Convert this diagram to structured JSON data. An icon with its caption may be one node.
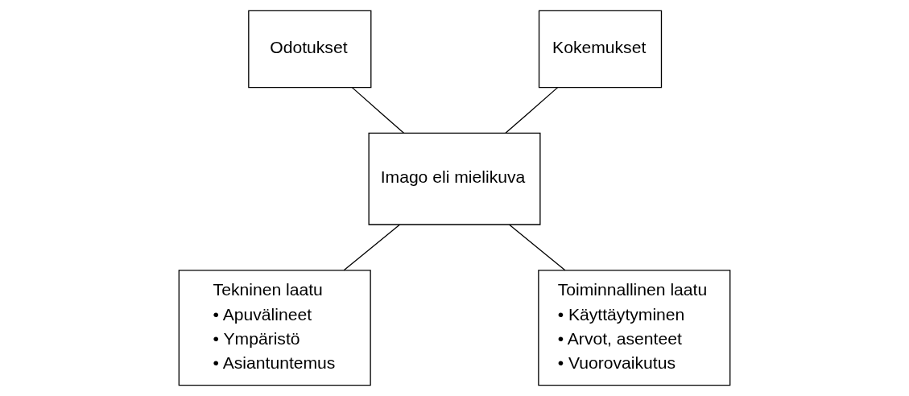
{
  "diagram": {
    "nodes": [
      {
        "text": [
          "Odotukset"
        ]
      },
      {
        "text": [
          "Kokemukset"
        ]
      },
      {
        "text": [
          "Imago eli mielikuva"
        ]
      },
      {
        "text": [
          "Tekninen laatu",
          "• Apuvälineet",
          "• Ympäristö",
          "• Asiantuntemus"
        ]
      },
      {
        "text": [
          "Toiminnallinen laatu",
          "• Käyttäytyminen",
          "• Arvot, asenteet",
          "• Vuorovaikutus"
        ]
      }
    ],
    "edges": [
      {
        "from": 0,
        "to": 2,
        "arrow": "none"
      },
      {
        "from": 1,
        "to": 2,
        "arrow": "none"
      },
      {
        "from": 2,
        "to": 3,
        "arrow": "none"
      },
      {
        "from": 2,
        "to": 4,
        "arrow": "none"
      }
    ]
  }
}
